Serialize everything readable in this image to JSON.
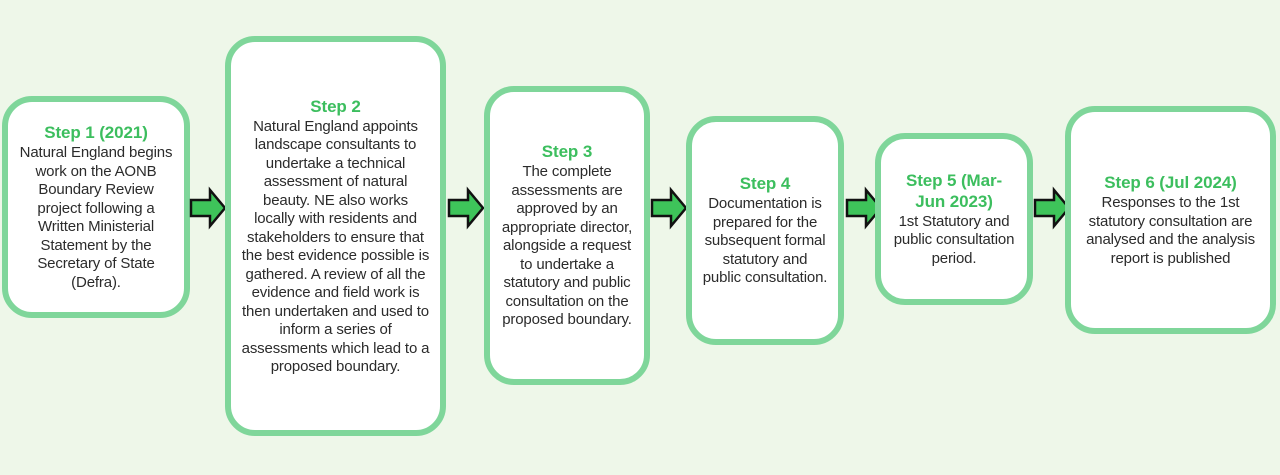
{
  "diagram": {
    "title": "AONB Boundary Review process steps",
    "background_color": "#EEF7E9",
    "box_border_color": "#7FD69A",
    "box_fill_color": "#FFFFFF",
    "heading_color": "#3CBE5E",
    "body_text_color": "#2B2B2B",
    "arrow_fill_color": "#3EC45A",
    "arrow_stroke_color": "#111111"
  },
  "steps": [
    {
      "id": "step-1",
      "title": "Step 1 (2021)",
      "body": "Natural England begins work on the AONB Boundary Review project following a Written Ministerial Statement by the Secretary of State (Defra)."
    },
    {
      "id": "step-2",
      "title": "Step 2",
      "body": "Natural England appoints landscape consultants to undertake a technical assessment of natural beauty. NE also works locally with residents and stakeholders to ensure that the best evidence possible is gathered. A review of all the evidence and field work is then undertaken and used to inform a series of assessments which lead to a proposed boundary."
    },
    {
      "id": "step-3",
      "title": "Step 3",
      "body": "The complete assessments are approved by an appropriate director, alongside a request to undertake a statutory and public consultation on the proposed boundary."
    },
    {
      "id": "step-4",
      "title": "Step 4",
      "body": "Documentation is prepared for the subsequent formal statutory and public consultation."
    },
    {
      "id": "step-5",
      "title": "Step 5 (Mar-Jun 2023)",
      "body": "1st Statutory and public consultation period."
    },
    {
      "id": "step-6",
      "title": "Step 6 (Jul 2024)",
      "body": "Responses to the 1st statutory consultation are analysed and the analysis report is published"
    }
  ],
  "connectors": [
    {
      "id": "arrow-1-2",
      "icon": "right-arrow-icon"
    },
    {
      "id": "arrow-2-3",
      "icon": "right-arrow-icon"
    },
    {
      "id": "arrow-3-4",
      "icon": "right-arrow-icon"
    },
    {
      "id": "arrow-4-5",
      "icon": "right-arrow-icon"
    },
    {
      "id": "arrow-5-6",
      "icon": "right-arrow-icon"
    }
  ]
}
